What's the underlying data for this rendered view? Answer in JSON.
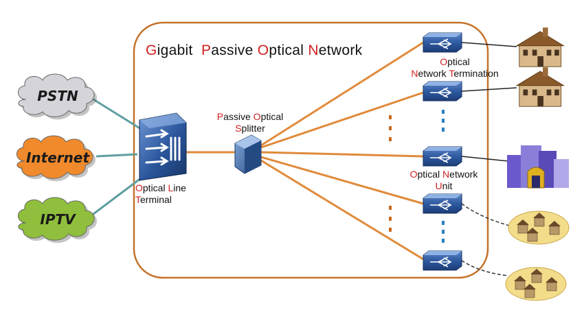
{
  "title": {
    "parts": [
      {
        "a": "G",
        "r": "igabit"
      },
      {
        "a": "P",
        "r": "assive"
      },
      {
        "a": "O",
        "r": "ptical"
      },
      {
        "a": "N",
        "r": "etwork"
      }
    ]
  },
  "clouds": [
    {
      "name": "pstn",
      "label": "PSTN",
      "color": "#d4d4da"
    },
    {
      "name": "internet",
      "label": "Internet",
      "color": "#f08a2c"
    },
    {
      "name": "iptv",
      "label": "IPTV",
      "color": "#8fbf3c"
    }
  ],
  "labels": {
    "olt": [
      {
        "a": "O",
        "r": "ptical"
      },
      {
        "a": "L",
        "r": "ine"
      },
      {
        "a": "T",
        "r": "erminal"
      }
    ],
    "splitter": [
      {
        "a": "P",
        "r": "assive"
      },
      {
        "a": "O",
        "r": "ptical"
      },
      {
        "a": "S",
        "r": "plitter"
      }
    ],
    "ont": [
      {
        "a": "O",
        "r": "ptical"
      },
      {
        "a": "N",
        "r": "etwork"
      },
      {
        "a": "T",
        "r": "ermination"
      }
    ],
    "onu": [
      {
        "a": "O",
        "r": "ptical"
      },
      {
        "a": "N",
        "r": "etwork"
      },
      {
        "a": "U",
        "r": "nit"
      }
    ]
  },
  "colors": {
    "fiber": "#e08a3a",
    "frame": "#c4722a",
    "link": "#5f9ea0",
    "device": "#2f5aa0",
    "accent": "#d21f1f",
    "ellipsis_orange": "#c86a1e",
    "ellipsis_blue": "#2a7fc0"
  },
  "icons": {
    "olt": "olt-device-icon",
    "splitter": "optical-splitter-icon",
    "ont": "network-terminal-icon",
    "house": "house-icon",
    "office": "office-building-icon",
    "village": "village-cluster-icon"
  }
}
